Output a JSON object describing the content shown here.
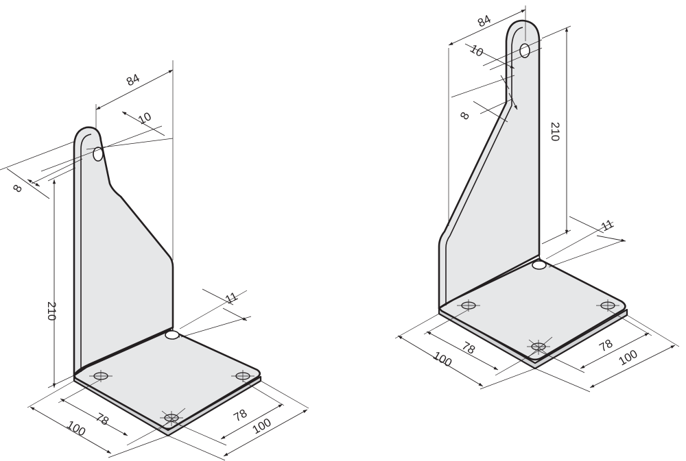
{
  "left_bracket": {
    "dims": {
      "width_top": "84",
      "hole_dia": "10",
      "thickness": "8",
      "height": "210",
      "base_hole": "11",
      "base_depth_inner": "78",
      "base_depth_outer": "100",
      "base_width_inner": "78",
      "base_width_outer": "100"
    }
  },
  "right_bracket": {
    "dims": {
      "width_top": "84",
      "hole_dia": "10",
      "thickness": "8",
      "height": "210",
      "base_hole": "11",
      "base_depth_inner": "78",
      "base_depth_outer": "100",
      "base_width_inner": "78",
      "base_width_outer": "100"
    }
  },
  "colors": {
    "line": "#231f20",
    "plate": "#e6e7e8"
  }
}
